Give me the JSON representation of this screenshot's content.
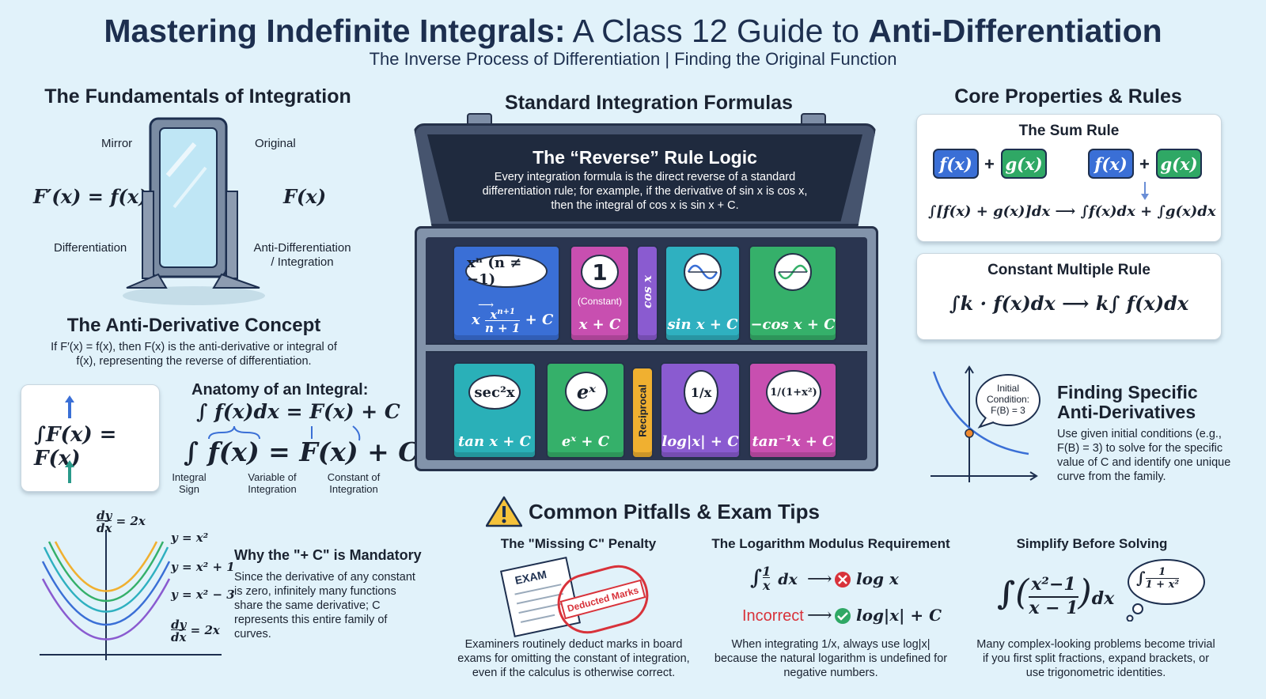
{
  "header": {
    "title_part1": "Mastering Indefinite Integrals:",
    "title_part2": " A Class 12 Guide to ",
    "title_part3": "Anti-Differentiation",
    "subtitle": "The Inverse Process of Differentiation | Finding the Original Function"
  },
  "fundamentals": {
    "title": "The Fundamentals of Integration",
    "mirror": "Mirror",
    "original": "Original",
    "left_eq": "F′(x) = f(x)",
    "right_eq": "F(x)",
    "differentiation": "Differentiation",
    "anti_line1": "Anti-Differentiation",
    "anti_line2": "/ Integration"
  },
  "antiderivative": {
    "title": "The Anti-Derivative Concept",
    "text": "If F′(x) = f(x), then F(x) is the anti-derivative or integral of f(x), representing the reverse of differentiation."
  },
  "integral_card": {
    "eq": "∫F(x) = F(x)"
  },
  "anatomy": {
    "title": "Anatomy of an Integral:",
    "eq_small": "∫ f(x)dx = F(x) + C",
    "eq_big": "∫ f(x) = F(x) + C",
    "label1a": "Integral",
    "label1b": "Sign",
    "label2a": "Variable of",
    "label2b": "Integration",
    "label3a": "Constant of",
    "label3b": "Integration"
  },
  "family": {
    "top_label": "= 2x",
    "bottom_label": "= 2x",
    "curves": [
      "y = x²",
      "y = x² + 1",
      "y = x² − 3"
    ],
    "title": "Why the \"+ C\" is Mandatory",
    "text": "Since the derivative of any constant is zero, infinitely many functions share the same derivative; C represents this entire family of curves."
  },
  "toolbox": {
    "title": "Standard Integration Formulas",
    "lid_title": "The “Reverse” Rule Logic",
    "lid_text": "Every integration formula is the direct reverse of a standard differentiation rule; for example, if the derivative of sin x is cos x, then the integral of cos x is sin x + C.",
    "books_top": [
      {
        "top": "xⁿ (n ≠ −1)",
        "bottom": "+ C",
        "color": "#3a6fd6"
      },
      {
        "top": "1",
        "sub": "(Constant)",
        "bottom": "x + C",
        "color": "#c84fb0"
      },
      {
        "spine": "cos x",
        "color": "#8a5bd0"
      },
      {
        "bottom": "sin x + C",
        "color": "#2fb0c0"
      },
      {
        "bottom": "−cos x + C",
        "color": "#35b06a"
      }
    ],
    "books_bottom": [
      {
        "top": "sec²x",
        "bottom": "tan x + C",
        "color": "#2ab0b8"
      },
      {
        "top": "eˣ",
        "bottom": "eˣ + C",
        "color": "#35b06a"
      },
      {
        "spine": "Reciprocal",
        "color": "#f0b030"
      },
      {
        "top": "1/x",
        "bottom": "log|x| + C",
        "color": "#8a5bd0"
      },
      {
        "top": "1/(1+x²)",
        "bottom": "tan⁻¹x + C",
        "color": "#c84fb0"
      }
    ]
  },
  "core": {
    "title": "Core Properties & Rules",
    "sum_title": "The Sum Rule",
    "f": "f(x)",
    "g": "g(x)",
    "plus": "+",
    "sum_eq_left": "∫[f(x) + g(x)]dx",
    "sum_eq_right": "∫f(x)dx + ∫g(x)dx",
    "const_title": "Constant Multiple Rule",
    "const_left": "∫k · f(x)dx",
    "const_right": "k∫ f(x)dx",
    "arrow": "⟶"
  },
  "specific": {
    "bubble1": "Initial",
    "bubble2": "Condition:",
    "bubble3": "F(B) = 3",
    "title1": "Finding Specific",
    "title2": "Anti-Derivatives",
    "text": "Use given initial conditions (e.g., F(B) = 3) to solve for the specific value of C and identify one unique curve from the family."
  },
  "pitfalls": {
    "title": "Common Pitfalls & Exam Tips",
    "missing": {
      "title": "The \"Missing C\" Penalty",
      "exam": "EXAM",
      "stamp": "Deducted Marks",
      "text": "Examiners routinely deduct marks in board exams for omitting the constant of integration, even if the calculus is otherwise correct."
    },
    "log": {
      "title": "The Logarithm Modulus Requirement",
      "wrong": "log x",
      "incorrect": "Incorrect",
      "right": "log|x| + C",
      "text": "When integrating 1/x, always use log|x| because the natural logarithm is undefined for negative numbers."
    },
    "simplify": {
      "title": "Simplify Before Solving",
      "text": "Many complex-looking problems become trivial if you first split fractions, expand brackets, or use trigonometric identities."
    }
  },
  "colors": {
    "navy": "#1d2f4f",
    "blue": "#3a6fd6",
    "green": "#2fa865",
    "bg": "#e1f2fa",
    "red": "#d8323a"
  }
}
